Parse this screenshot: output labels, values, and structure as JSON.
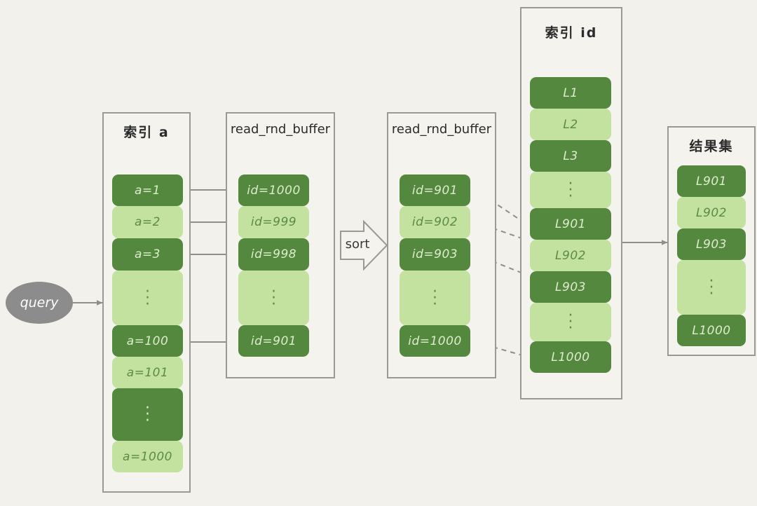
{
  "diagram": {
    "title": "MySQL index lookup, read_rnd_buffer sort and result set",
    "background_color": "#f2f1ec",
    "colors": {
      "dark_green": "#55883f",
      "light_green": "#c3e2a0",
      "panel_border": "#9a9a95",
      "panel_fill": "#f4f3ee",
      "arrow": "#8f8f8a",
      "query_fill": "#8c8c8c",
      "query_text": "#ffffff"
    }
  },
  "query_node": {
    "label": "query"
  },
  "sort_arrow": {
    "label": "sort"
  },
  "panels": [
    {
      "id": "index-a",
      "title": "索引 a",
      "title_style": "cjk",
      "cells": [
        {
          "label": "a=1",
          "shade": "dark",
          "ellipsis": false
        },
        {
          "label": "a=2",
          "shade": "light",
          "ellipsis": false
        },
        {
          "label": "a=3",
          "shade": "dark",
          "ellipsis": false
        },
        {
          "label": "",
          "shade": "light",
          "ellipsis": true
        },
        {
          "label": "a=100",
          "shade": "dark",
          "ellipsis": false
        },
        {
          "label": "a=101",
          "shade": "light",
          "ellipsis": false
        },
        {
          "label": "",
          "shade": "dark",
          "ellipsis": true
        },
        {
          "label": "a=1000",
          "shade": "light",
          "ellipsis": false
        }
      ]
    },
    {
      "id": "read-rnd-buffer-unsorted",
      "title": "read_rnd_buffer",
      "title_style": "mono",
      "cells": [
        {
          "label": "id=1000",
          "shade": "dark",
          "ellipsis": false
        },
        {
          "label": "id=999",
          "shade": "light",
          "ellipsis": false
        },
        {
          "label": "id=998",
          "shade": "dark",
          "ellipsis": false
        },
        {
          "label": "",
          "shade": "light",
          "ellipsis": true
        },
        {
          "label": "id=901",
          "shade": "dark",
          "ellipsis": false
        }
      ]
    },
    {
      "id": "read-rnd-buffer-sorted",
      "title": "read_rnd_buffer",
      "title_style": "mono",
      "cells": [
        {
          "label": "id=901",
          "shade": "dark",
          "ellipsis": false
        },
        {
          "label": "id=902",
          "shade": "light",
          "ellipsis": false
        },
        {
          "label": "id=903",
          "shade": "dark",
          "ellipsis": false
        },
        {
          "label": "",
          "shade": "light",
          "ellipsis": true
        },
        {
          "label": "id=1000",
          "shade": "dark",
          "ellipsis": false
        }
      ]
    },
    {
      "id": "index-id",
      "title": "索引 id",
      "title_style": "cjk",
      "cells": [
        {
          "label": "L1",
          "shade": "dark",
          "ellipsis": false
        },
        {
          "label": "L2",
          "shade": "light",
          "ellipsis": false
        },
        {
          "label": "L3",
          "shade": "dark",
          "ellipsis": false
        },
        {
          "label": "",
          "shade": "light",
          "ellipsis": true
        },
        {
          "label": "L901",
          "shade": "dark",
          "ellipsis": false
        },
        {
          "label": "L902",
          "shade": "light",
          "ellipsis": false
        },
        {
          "label": "L903",
          "shade": "dark",
          "ellipsis": false
        },
        {
          "label": "",
          "shade": "light",
          "ellipsis": true
        },
        {
          "label": "L1000",
          "shade": "dark",
          "ellipsis": false
        }
      ]
    },
    {
      "id": "result-set",
      "title": "结果集",
      "title_style": "cjk",
      "cells": [
        {
          "label": "L901",
          "shade": "dark",
          "ellipsis": false
        },
        {
          "label": "L902",
          "shade": "light",
          "ellipsis": false
        },
        {
          "label": "L903",
          "shade": "dark",
          "ellipsis": false
        },
        {
          "label": "",
          "shade": "light",
          "ellipsis": true
        },
        {
          "label": "L1000",
          "shade": "dark",
          "ellipsis": false
        }
      ]
    }
  ]
}
